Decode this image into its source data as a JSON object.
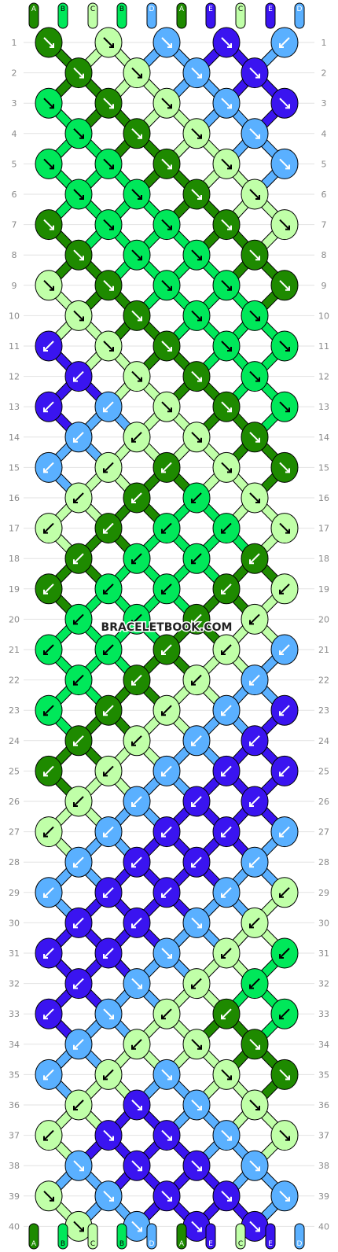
{
  "pattern": {
    "watermark": "BRACELETBOOK.COM",
    "colors": {
      "A": "#1e8a00",
      "B": "#00e85a",
      "C": "#c0ffa8",
      "D": "#5ab0ff",
      "E": "#3a14f0"
    },
    "start_strings": [
      "A",
      "B",
      "C",
      "B",
      "D",
      "A",
      "E",
      "C",
      "E",
      "D"
    ],
    "end_strings": [
      "A",
      "B",
      "C",
      "B",
      "D",
      "A",
      "E",
      "C",
      "E",
      "D"
    ],
    "row_numbers": [
      "1",
      "2",
      "3",
      "4",
      "5",
      "6",
      "7",
      "8",
      "9",
      "10",
      "11",
      "12",
      "13",
      "14",
      "15",
      "16",
      "17",
      "18",
      "19",
      "20",
      "21",
      "22",
      "23",
      "24",
      "25",
      "26",
      "27",
      "28",
      "29",
      "30",
      "31",
      "32",
      "33",
      "34",
      "35",
      "36",
      "37",
      "38",
      "39",
      "40"
    ],
    "rows": [
      {
        "knots": [
          [
            "A",
            "r"
          ],
          [
            "C",
            "r"
          ],
          [
            "D",
            "r"
          ],
          [
            "E",
            "r"
          ],
          [
            "D",
            "l"
          ]
        ]
      },
      {
        "knots": [
          [
            "A",
            "r"
          ],
          [
            "C",
            "r"
          ],
          [
            "D",
            "r"
          ],
          [
            "E",
            "r"
          ]
        ]
      },
      {
        "knots": [
          [
            "B",
            "r"
          ],
          [
            "A",
            "r"
          ],
          [
            "C",
            "r"
          ],
          [
            "D",
            "r"
          ],
          [
            "E",
            "r"
          ]
        ]
      },
      {
        "knots": [
          [
            "B",
            "r"
          ],
          [
            "A",
            "r"
          ],
          [
            "C",
            "r"
          ],
          [
            "D",
            "r"
          ]
        ]
      },
      {
        "knots": [
          [
            "B",
            "r"
          ],
          [
            "B",
            "r"
          ],
          [
            "A",
            "r"
          ],
          [
            "C",
            "r"
          ],
          [
            "D",
            "r"
          ]
        ]
      },
      {
        "knots": [
          [
            "B",
            "r"
          ],
          [
            "B",
            "r"
          ],
          [
            "A",
            "r"
          ],
          [
            "C",
            "r"
          ]
        ]
      },
      {
        "knots": [
          [
            "A",
            "r"
          ],
          [
            "B",
            "r"
          ],
          [
            "B",
            "r"
          ],
          [
            "A",
            "r"
          ],
          [
            "C",
            "r"
          ]
        ]
      },
      {
        "knots": [
          [
            "A",
            "r"
          ],
          [
            "B",
            "r"
          ],
          [
            "B",
            "r"
          ],
          [
            "A",
            "r"
          ]
        ]
      },
      {
        "knots": [
          [
            "C",
            "r"
          ],
          [
            "A",
            "r"
          ],
          [
            "B",
            "r"
          ],
          [
            "B",
            "r"
          ],
          [
            "A",
            "r"
          ]
        ]
      },
      {
        "knots": [
          [
            "C",
            "r"
          ],
          [
            "A",
            "r"
          ],
          [
            "B",
            "r"
          ],
          [
            "B",
            "r"
          ]
        ]
      },
      {
        "knots": [
          [
            "E",
            "l"
          ],
          [
            "C",
            "r"
          ],
          [
            "A",
            "r"
          ],
          [
            "B",
            "r"
          ],
          [
            "B",
            "r"
          ]
        ]
      },
      {
        "knots": [
          [
            "E",
            "l"
          ],
          [
            "C",
            "r"
          ],
          [
            "A",
            "r"
          ],
          [
            "B",
            "r"
          ]
        ]
      },
      {
        "knots": [
          [
            "E",
            "l"
          ],
          [
            "D",
            "l"
          ],
          [
            "C",
            "r"
          ],
          [
            "A",
            "r"
          ],
          [
            "B",
            "r"
          ]
        ]
      },
      {
        "knots": [
          [
            "D",
            "l"
          ],
          [
            "C",
            "l"
          ],
          [
            "C",
            "r"
          ],
          [
            "A",
            "r"
          ]
        ]
      },
      {
        "knots": [
          [
            "D",
            "l"
          ],
          [
            "C",
            "l"
          ],
          [
            "A",
            "l"
          ],
          [
            "C",
            "r"
          ],
          [
            "A",
            "r"
          ]
        ]
      },
      {
        "knots": [
          [
            "C",
            "l"
          ],
          [
            "A",
            "l"
          ],
          [
            "B",
            "l"
          ],
          [
            "C",
            "r"
          ]
        ]
      },
      {
        "knots": [
          [
            "C",
            "l"
          ],
          [
            "A",
            "l"
          ],
          [
            "B",
            "l"
          ],
          [
            "B",
            "l"
          ],
          [
            "C",
            "r"
          ]
        ]
      },
      {
        "knots": [
          [
            "A",
            "l"
          ],
          [
            "B",
            "l"
          ],
          [
            "B",
            "l"
          ],
          [
            "A",
            "l"
          ]
        ]
      },
      {
        "knots": [
          [
            "A",
            "l"
          ],
          [
            "B",
            "l"
          ],
          [
            "B",
            "l"
          ],
          [
            "A",
            "l"
          ],
          [
            "C",
            "l"
          ]
        ]
      },
      {
        "knots": [
          [
            "B",
            "l"
          ],
          [
            "B",
            "l"
          ],
          [
            "A",
            "l"
          ],
          [
            "C",
            "l"
          ]
        ]
      },
      {
        "knots": [
          [
            "B",
            "l"
          ],
          [
            "B",
            "l"
          ],
          [
            "A",
            "l"
          ],
          [
            "C",
            "l"
          ],
          [
            "D",
            "l"
          ]
        ]
      },
      {
        "knots": [
          [
            "B",
            "l"
          ],
          [
            "A",
            "l"
          ],
          [
            "C",
            "l"
          ],
          [
            "D",
            "l"
          ]
        ]
      },
      {
        "knots": [
          [
            "B",
            "l"
          ],
          [
            "A",
            "l"
          ],
          [
            "C",
            "l"
          ],
          [
            "D",
            "l"
          ],
          [
            "E",
            "l"
          ]
        ]
      },
      {
        "knots": [
          [
            "A",
            "l"
          ],
          [
            "C",
            "l"
          ],
          [
            "D",
            "l"
          ],
          [
            "E",
            "l"
          ]
        ]
      },
      {
        "knots": [
          [
            "A",
            "l"
          ],
          [
            "C",
            "l"
          ],
          [
            "D",
            "l"
          ],
          [
            "E",
            "l"
          ],
          [
            "E",
            "l"
          ]
        ]
      },
      {
        "knots": [
          [
            "C",
            "l"
          ],
          [
            "D",
            "l"
          ],
          [
            "E",
            "l"
          ],
          [
            "E",
            "l"
          ]
        ]
      },
      {
        "knots": [
          [
            "C",
            "l"
          ],
          [
            "D",
            "l"
          ],
          [
            "E",
            "l"
          ],
          [
            "E",
            "l"
          ],
          [
            "D",
            "l"
          ]
        ]
      },
      {
        "knots": [
          [
            "D",
            "l"
          ],
          [
            "E",
            "l"
          ],
          [
            "E",
            "l"
          ],
          [
            "D",
            "l"
          ]
        ]
      },
      {
        "knots": [
          [
            "D",
            "l"
          ],
          [
            "E",
            "l"
          ],
          [
            "E",
            "l"
          ],
          [
            "D",
            "l"
          ],
          [
            "C",
            "l"
          ]
        ]
      },
      {
        "knots": [
          [
            "E",
            "l"
          ],
          [
            "E",
            "l"
          ],
          [
            "D",
            "r"
          ],
          [
            "C",
            "l"
          ]
        ]
      },
      {
        "knots": [
          [
            "E",
            "l"
          ],
          [
            "E",
            "l"
          ],
          [
            "D",
            "r"
          ],
          [
            "C",
            "l"
          ],
          [
            "B",
            "l"
          ]
        ]
      },
      {
        "knots": [
          [
            "E",
            "l"
          ],
          [
            "D",
            "r"
          ],
          [
            "C",
            "l"
          ],
          [
            "B",
            "l"
          ]
        ]
      },
      {
        "knots": [
          [
            "E",
            "l"
          ],
          [
            "D",
            "r"
          ],
          [
            "C",
            "l"
          ],
          [
            "A",
            "l"
          ],
          [
            "B",
            "l"
          ]
        ]
      },
      {
        "knots": [
          [
            "D",
            "l"
          ],
          [
            "C",
            "l"
          ],
          [
            "C",
            "r"
          ],
          [
            "A",
            "r"
          ]
        ]
      },
      {
        "knots": [
          [
            "D",
            "l"
          ],
          [
            "C",
            "l"
          ],
          [
            "D",
            "r"
          ],
          [
            "C",
            "r"
          ],
          [
            "A",
            "r"
          ]
        ]
      },
      {
        "knots": [
          [
            "C",
            "l"
          ],
          [
            "E",
            "r"
          ],
          [
            "D",
            "r"
          ],
          [
            "C",
            "r"
          ]
        ]
      },
      {
        "knots": [
          [
            "C",
            "l"
          ],
          [
            "E",
            "r"
          ],
          [
            "E",
            "r"
          ],
          [
            "D",
            "r"
          ],
          [
            "C",
            "r"
          ]
        ]
      },
      {
        "knots": [
          [
            "D",
            "r"
          ],
          [
            "E",
            "r"
          ],
          [
            "E",
            "r"
          ],
          [
            "D",
            "r"
          ]
        ]
      },
      {
        "knots": [
          [
            "C",
            "r"
          ],
          [
            "D",
            "r"
          ],
          [
            "E",
            "r"
          ],
          [
            "E",
            "r"
          ],
          [
            "D",
            "r"
          ]
        ]
      },
      {
        "knots": [
          [
            "C",
            "r"
          ],
          [
            "D",
            "r"
          ],
          [
            "E",
            "r"
          ],
          [
            "E",
            "r"
          ]
        ]
      }
    ]
  }
}
